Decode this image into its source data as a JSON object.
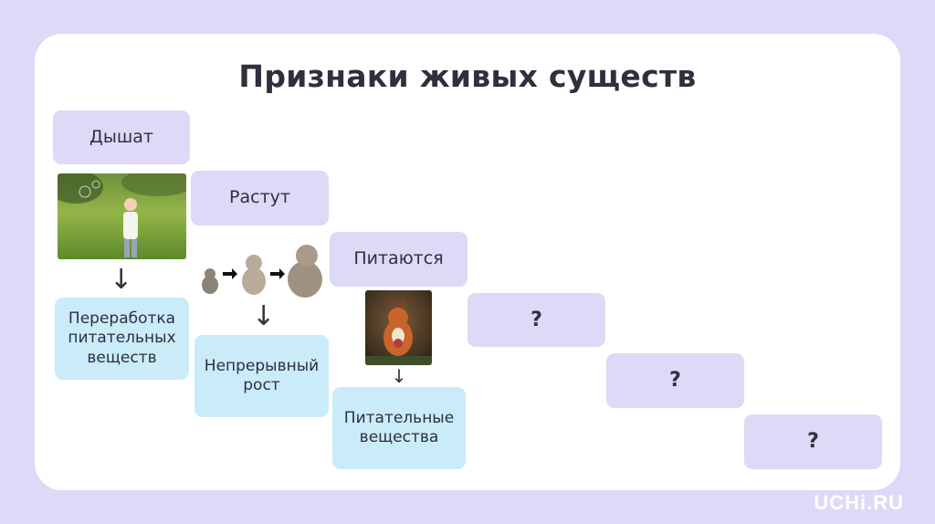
{
  "title": "Признаки живых существ",
  "signs": [
    {
      "label": "Дышат",
      "result": "Переработка питательных веществ"
    },
    {
      "label": "Растут",
      "result": "Непрерывный рост"
    },
    {
      "label": "Питаются",
      "result": "Питательные вещества"
    },
    {
      "label": "?"
    },
    {
      "label": "?"
    },
    {
      "label": "?"
    }
  ],
  "arrow": "↓",
  "logo": "UCHi.RU",
  "colors": {
    "background": "#ddd9f7",
    "card": "#ffffff",
    "label_box": "#ddd9f7",
    "result_box": "#c9ecf8",
    "text": "#2f2f3d"
  },
  "images": [
    "boy-blowing-bubbles-photo",
    "kitten-growth-sequence-image",
    "squirrel-photo"
  ]
}
